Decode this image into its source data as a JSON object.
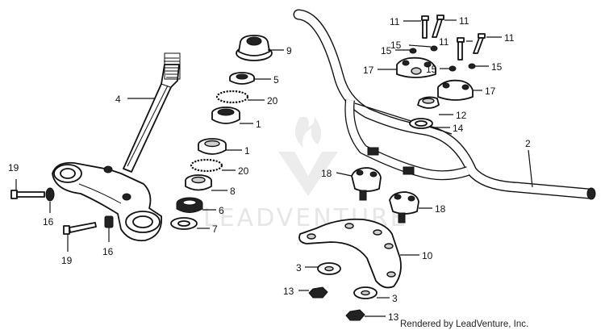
{
  "diagram": {
    "watermark": "LEADVENTURE",
    "credit": "Rendered by LeadVenture, Inc.",
    "callouts": [
      {
        "id": "c4",
        "text": "4"
      },
      {
        "id": "c9",
        "text": "9"
      },
      {
        "id": "c5",
        "text": "5"
      },
      {
        "id": "c20a",
        "text": "20"
      },
      {
        "id": "c1a",
        "text": "1"
      },
      {
        "id": "c1b",
        "text": "1"
      },
      {
        "id": "c20b",
        "text": "20"
      },
      {
        "id": "c8",
        "text": "8"
      },
      {
        "id": "c6",
        "text": "6"
      },
      {
        "id": "c7",
        "text": "7"
      },
      {
        "id": "c19a",
        "text": "19"
      },
      {
        "id": "c16a",
        "text": "16"
      },
      {
        "id": "c19b",
        "text": "19"
      },
      {
        "id": "c16b",
        "text": "16"
      },
      {
        "id": "c11a",
        "text": "11"
      },
      {
        "id": "c11b",
        "text": "11"
      },
      {
        "id": "c11c",
        "text": "11"
      },
      {
        "id": "c11d",
        "text": "11"
      },
      {
        "id": "c15a",
        "text": "15"
      },
      {
        "id": "c15b",
        "text": "15"
      },
      {
        "id": "c15c",
        "text": "15"
      },
      {
        "id": "c15d",
        "text": "15"
      },
      {
        "id": "c17a",
        "text": "17"
      },
      {
        "id": "c17b",
        "text": "17"
      },
      {
        "id": "c12",
        "text": "12"
      },
      {
        "id": "c14",
        "text": "14"
      },
      {
        "id": "c2",
        "text": "2"
      },
      {
        "id": "c18a",
        "text": "18"
      },
      {
        "id": "c18b",
        "text": "18"
      },
      {
        "id": "c10",
        "text": "10"
      },
      {
        "id": "c3a",
        "text": "3"
      },
      {
        "id": "c3b",
        "text": "3"
      },
      {
        "id": "c13a",
        "text": "13"
      },
      {
        "id": "c13b",
        "text": "13"
      }
    ]
  }
}
